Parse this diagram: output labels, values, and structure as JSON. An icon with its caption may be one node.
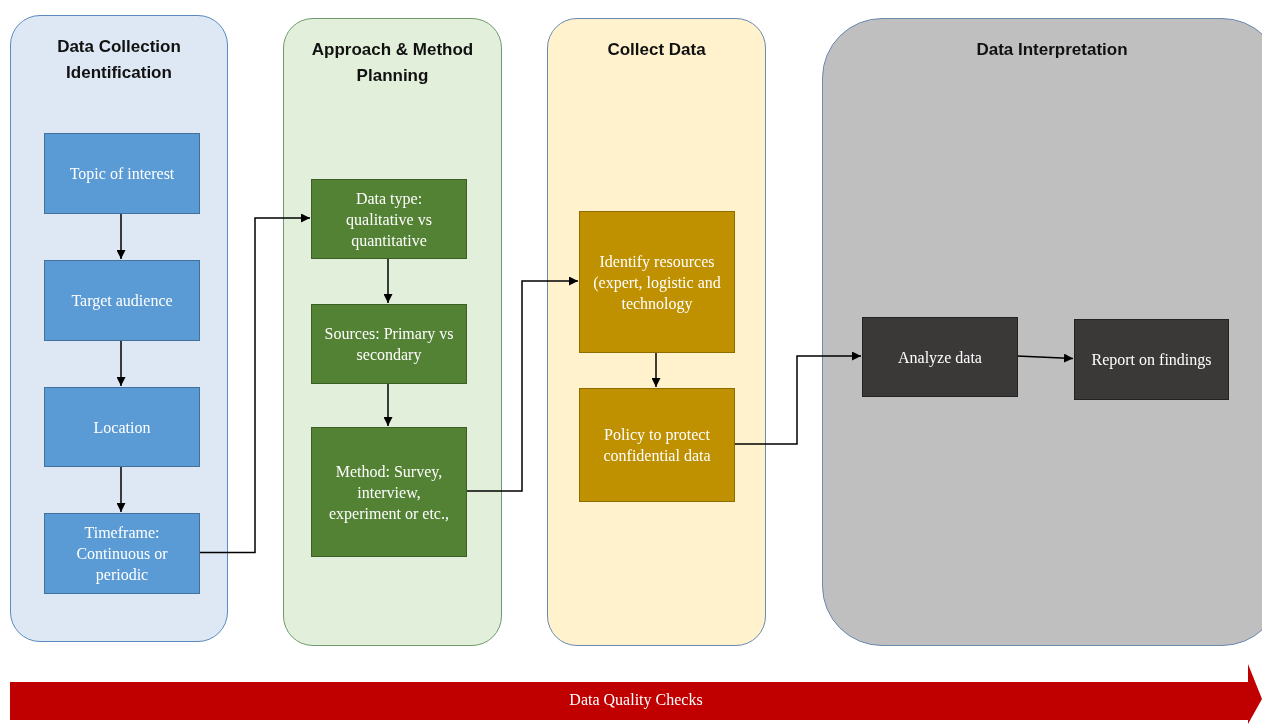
{
  "diagram": {
    "nodes": [
      {
        "text": [
          "Data Collection Identification"
        ]
      },
      {
        "text": [
          "Topic of interest"
        ],
        "in": 0
      },
      {
        "text": [
          "Target audience"
        ],
        "in": 0
      },
      {
        "text": [
          "Location"
        ],
        "in": 0
      },
      {
        "text": [
          "Timeframe: Continuous or periodic"
        ],
        "in": 0
      },
      {
        "text": [
          "Approach & Method Planning"
        ]
      },
      {
        "text": [
          "Data type: qualitative vs quantitative"
        ],
        "in": 5
      },
      {
        "text": [
          "Sources: Primary vs secondary"
        ],
        "in": 5
      },
      {
        "text": [
          "Method: Survey, interview, experiment or etc.,"
        ],
        "in": 5
      },
      {
        "text": [
          "Collect Data"
        ]
      },
      {
        "text": [
          "Identify resources (expert, logistic and technology"
        ],
        "in": 9
      },
      {
        "text": [
          "Policy to protect confidential data"
        ],
        "in": 9
      },
      {
        "text": [
          "Data Interpretation"
        ]
      },
      {
        "text": [
          "Analyze data"
        ],
        "in": 12
      },
      {
        "text": [
          "Report on findings"
        ],
        "in": 12
      },
      {
        "text": [
          "Data Quality Checks"
        ]
      }
    ],
    "edges": [
      {
        "from": 1,
        "to": 2,
        "arrow": "to"
      },
      {
        "from": 2,
        "to": 3,
        "arrow": "to"
      },
      {
        "from": 3,
        "to": 4,
        "arrow": "to"
      },
      {
        "from": 4,
        "to": 6,
        "arrow": "to"
      },
      {
        "from": 6,
        "to": 7,
        "arrow": "to"
      },
      {
        "from": 7,
        "to": 8,
        "arrow": "to"
      },
      {
        "from": 8,
        "to": 10,
        "arrow": "to"
      },
      {
        "from": 10,
        "to": 11,
        "arrow": "to"
      },
      {
        "from": 11,
        "to": 13,
        "arrow": "to"
      },
      {
        "from": 13,
        "to": 14,
        "arrow": "to"
      }
    ]
  }
}
